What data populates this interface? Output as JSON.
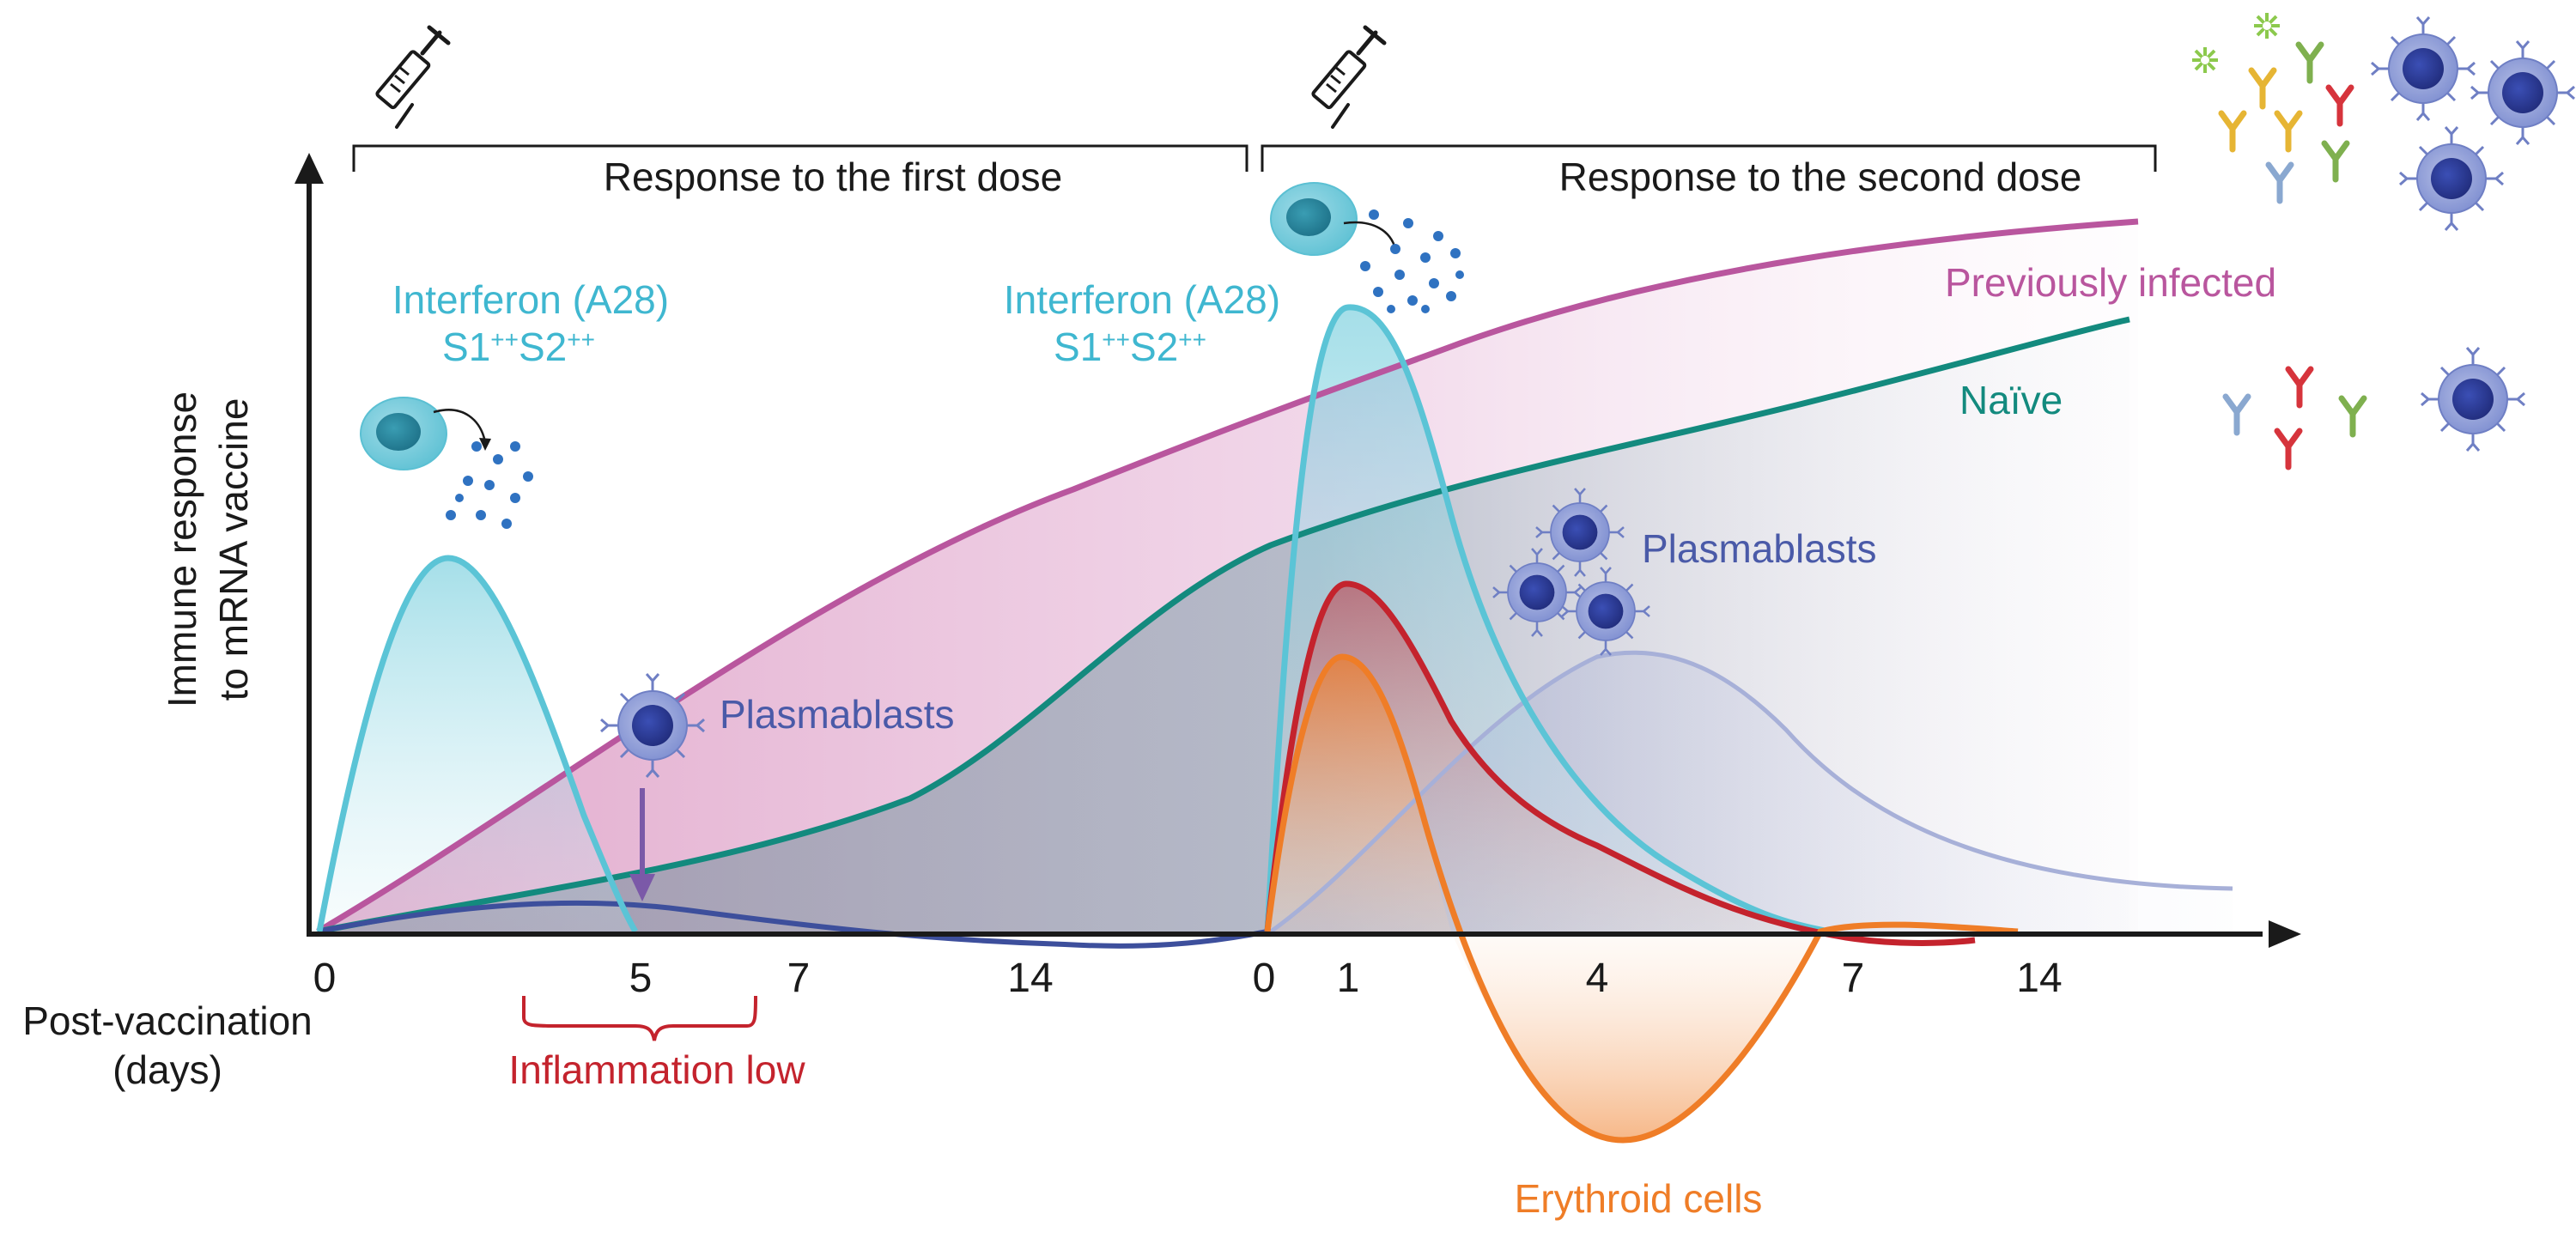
{
  "headers": {
    "first_dose": "Response to the first dose",
    "second_dose": "Response to the second dose"
  },
  "axes": {
    "y_label_line1": "Immune response",
    "y_label_line2": "to mRNA vaccine",
    "x_label_line1": "Post-vaccination",
    "x_label_line2": "(days)",
    "first_dose_ticks": [
      "0",
      "5",
      "7",
      "14"
    ],
    "second_dose_ticks": [
      "0",
      "1",
      "4",
      "7",
      "14"
    ]
  },
  "labels": {
    "interferon_1": "Interferon (A28)",
    "interferon_2": "Interferon (A28)",
    "plasmablasts_1": "Plasmablasts",
    "plasmablasts_2": "Plasmablasts",
    "previously_infected": "Previously infected",
    "naive": "Naïve",
    "inflammation_low": "Inflammation low",
    "erythroid_cells": "Erythroid cells"
  },
  "colors": {
    "interferon": "#5bc4d6",
    "previously_infected": "#b9569e",
    "naive": "#138a7e",
    "plasmablasts": "#3d4f9c",
    "inflammation": "#c4232d",
    "erythroid": "#ef7d27",
    "axis": "#1a1a1a"
  },
  "icons": [
    "syringe-icon",
    "secreting-cell-icon",
    "plasmablast-cell-icon",
    "antibody-icon",
    "interferon-particle-icon"
  ]
}
